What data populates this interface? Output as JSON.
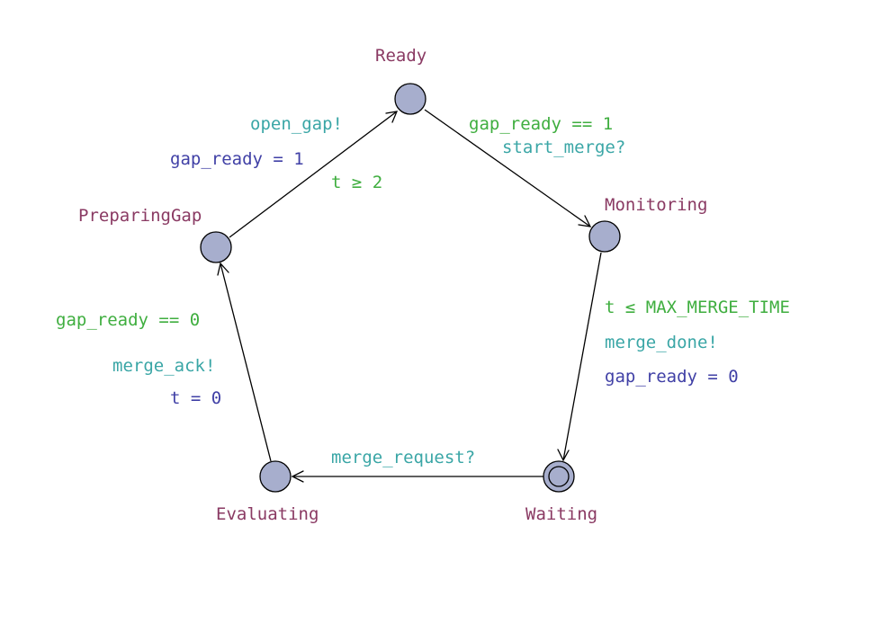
{
  "colors": {
    "location_name": "#8a3a63",
    "guard": "#3fae3f",
    "sync": "#3aa6a6",
    "assignment": "#4040a6",
    "location_fill": "#a7aecd"
  },
  "locations": {
    "ready": "Ready",
    "monitoring": "Monitoring",
    "waiting": "Waiting",
    "evaluating": "Evaluating",
    "preparing_gap": "PreparingGap"
  },
  "initial_location": "Waiting",
  "edges": {
    "ready_to_monitoring": {
      "guard": "gap_ready == 1",
      "sync": "start_merge?"
    },
    "monitoring_to_waiting": {
      "guard": "t ≤ MAX_MERGE_TIME",
      "sync": "merge_done!",
      "assignment": "gap_ready = 0"
    },
    "waiting_to_evaluating": {
      "sync": "merge_request?"
    },
    "evaluating_to_preparing": {
      "guard": "gap_ready == 0",
      "sync": "merge_ack!",
      "assignment": "t = 0"
    },
    "preparing_to_ready": {
      "sync": "open_gap!",
      "assignment": "gap_ready = 1",
      "guard": "t ≥ 2"
    }
  }
}
